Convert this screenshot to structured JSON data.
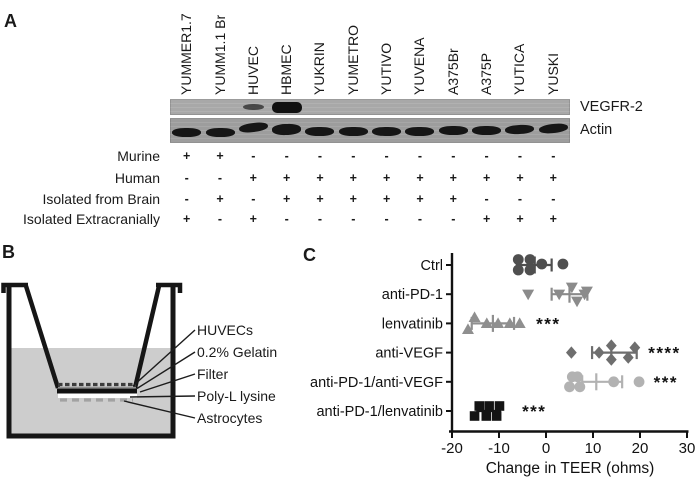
{
  "figure": {
    "background": "#ffffff",
    "text_color": "#1a1a1a"
  },
  "panel_a": {
    "label": "A",
    "lanes": [
      "YUMMER1.7",
      "YUMM1.1 Br",
      "HUVEC",
      "HBMEC",
      "YUKRIN",
      "YUMETRO",
      "YUTIVO",
      "YUVENA",
      "A375Br",
      "A375P",
      "YUTICA",
      "YUSKI"
    ],
    "blots": [
      {
        "name": "VEGFR-2",
        "strip_color": "#a8a8a8",
        "band_color": "#101010",
        "bands": [
          0,
          0,
          0.45,
          1,
          0,
          0,
          0,
          0,
          0,
          0,
          0,
          0
        ]
      },
      {
        "name": "Actin",
        "strip_color": "#9d9d9d",
        "band_color": "#161616",
        "bands": [
          1,
          1,
          1,
          1,
          1,
          1,
          1,
          1,
          1,
          1,
          1,
          1
        ]
      }
    ],
    "table_rows": [
      {
        "label": "Murine",
        "values": [
          "+",
          "+",
          "-",
          "-",
          "-",
          "-",
          "-",
          "-",
          "-",
          "-",
          "-",
          "-"
        ]
      },
      {
        "label": "Human",
        "values": [
          "-",
          "-",
          "+",
          "+",
          "+",
          "+",
          "+",
          "+",
          "+",
          "+",
          "+",
          "+"
        ]
      },
      {
        "label": "Isolated from Brain",
        "values": [
          "-",
          "+",
          "-",
          "+",
          "+",
          "+",
          "+",
          "+",
          "+",
          "-",
          "-",
          "-"
        ]
      },
      {
        "label": "Isolated Extracranially",
        "values": [
          "+",
          "-",
          "+",
          "-",
          "-",
          "-",
          "-",
          "-",
          "-",
          "+",
          "+",
          "+"
        ]
      }
    ]
  },
  "panel_b": {
    "label": "B",
    "liquid_color": "#cdcdcd",
    "layer_labels": [
      "HUVECs",
      "0.2% Gelatin",
      "Filter",
      "Poly-L lysine",
      "Astrocytes"
    ]
  },
  "panel_c": {
    "label": "C"
  },
  "chart_data": {
    "type": "scatter",
    "orientation": "horizontal",
    "title": "",
    "xlabel": "Change in TEER (ohms)",
    "xlim": [
      -20,
      30
    ],
    "xticks": [
      -20,
      -10,
      0,
      10,
      20,
      30
    ],
    "star_color": "#0d0d0d",
    "groups": [
      {
        "label": "Ctrl",
        "marker": "circle",
        "color": "#4f4f4f",
        "points": [
          [
            -5.9,
            -5.5
          ],
          [
            -5.9,
            5
          ],
          [
            -3.4,
            -5.5
          ],
          [
            -3.4,
            5
          ],
          [
            -0.9,
            -1
          ],
          [
            3.6,
            -1
          ]
        ],
        "mean": -2.4,
        "err_low": -6.2,
        "err_high": 1.2,
        "stars": "",
        "stars_x": null
      },
      {
        "label": "anti-PD-1",
        "marker": "triangle-down",
        "color": "#8b8b8b",
        "points": [
          [
            -3.8,
            0
          ],
          [
            2.8,
            0
          ],
          [
            5.5,
            -7
          ],
          [
            6.6,
            7
          ],
          [
            8.2,
            0
          ],
          [
            8.7,
            -3
          ]
        ],
        "mean": 5.0,
        "err_low": 1.2,
        "err_high": 8.8,
        "stars": "",
        "stars_x": null
      },
      {
        "label": "lenvatinib",
        "marker": "triangle-up",
        "color": "#8f8f8f",
        "points": [
          [
            -16.6,
            6
          ],
          [
            -15.2,
            -6
          ],
          [
            -12.6,
            0
          ],
          [
            -10.2,
            0
          ],
          [
            -7.7,
            0
          ],
          [
            -5.6,
            0
          ]
        ],
        "mean": -11.3,
        "err_low": -15.8,
        "err_high": -6.8,
        "stars": "***",
        "stars_x": 0.5
      },
      {
        "label": "anti-VEGF",
        "marker": "diamond",
        "color": "#6e6e6e",
        "points": [
          [
            5.4,
            0
          ],
          [
            11.3,
            0
          ],
          [
            13.9,
            -7
          ],
          [
            13.9,
            7
          ],
          [
            17.5,
            5
          ],
          [
            18.9,
            -5
          ]
        ],
        "mean": 13.9,
        "err_low": 9.8,
        "err_high": 19.3,
        "stars": "****",
        "stars_x": 25.2
      },
      {
        "label": "anti-PD-1/anti-VEGF",
        "marker": "circle",
        "color": "#b2b2b2",
        "points": [
          [
            5.0,
            5
          ],
          [
            5.6,
            -5
          ],
          [
            6.7,
            -5
          ],
          [
            7.2,
            5
          ],
          [
            14.4,
            0
          ],
          [
            19.8,
            0
          ]
        ],
        "mean": 10.7,
        "err_low": 7.7,
        "err_high": 16.2,
        "stars": "***",
        "stars_x": 25.5
      },
      {
        "label": "anti-PD-1/lenvatinib",
        "marker": "square",
        "color": "#141414",
        "points": [
          [
            -15.2,
            5
          ],
          [
            -14.2,
            -5
          ],
          [
            -12.7,
            5
          ],
          [
            -12.1,
            -5
          ],
          [
            -10.5,
            5
          ],
          [
            -9.9,
            -5
          ]
        ],
        "mean": -12.3,
        "err_low": -14.6,
        "err_high": -9.8,
        "stars": "***",
        "stars_x": -2.5
      }
    ]
  }
}
